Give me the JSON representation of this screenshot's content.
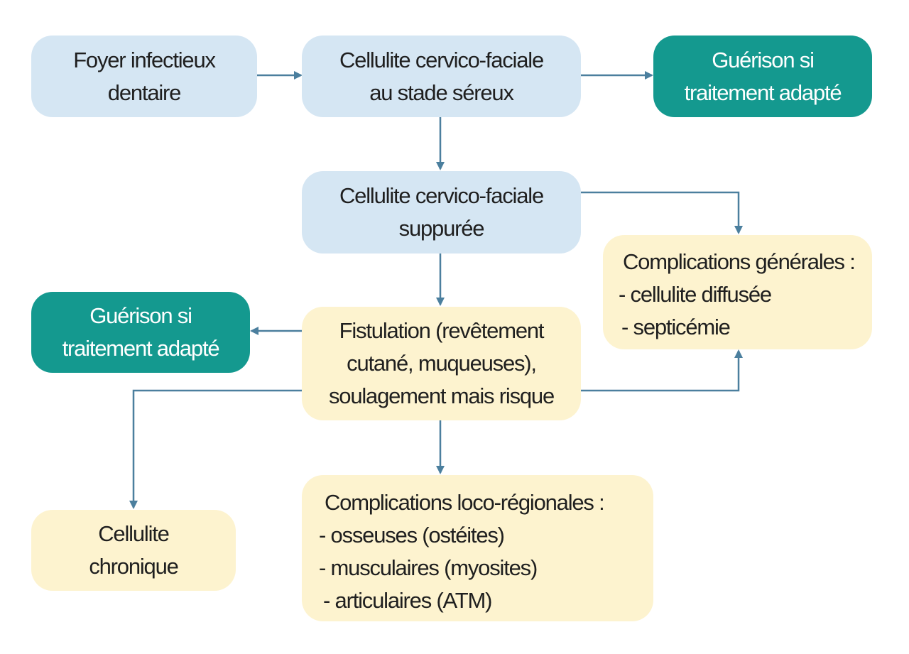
{
  "nodes": {
    "foyer": {
      "lines": [
        "Foyer infectieux",
        "dentaire"
      ]
    },
    "sereux": {
      "lines": [
        "Cellulite cervico-faciale",
        "au stade séreux"
      ]
    },
    "guerison_top": {
      "lines": [
        "Guérison si",
        "traitement adapté"
      ]
    },
    "suppuree": {
      "lines": [
        "Cellulite cervico-faciale",
        "suppurée"
      ]
    },
    "comp_generales": {
      "title": "Complications générales :",
      "items": [
        "- cellulite diffusée",
        "- septicémie"
      ]
    },
    "guerison_left": {
      "lines": [
        "Guérison si",
        "traitement adapté"
      ]
    },
    "fistulation": {
      "lines": [
        "Fistulation (revêtement",
        "cutané, muqueuses),",
        "soulagement mais risque"
      ]
    },
    "chronique": {
      "lines": [
        "Cellulite",
        "chronique"
      ]
    },
    "comp_loco": {
      "title": "Complications loco-régionales :",
      "items": [
        "- osseuses (ostéites)",
        "- musculaires (myosites)",
        "- articulaires (ATM)"
      ]
    }
  },
  "colors": {
    "arrow": "#4b7f9e",
    "blue_box": "#d5e6f3",
    "yellow_box": "#fdf3cf",
    "teal_box": "#14998f"
  }
}
